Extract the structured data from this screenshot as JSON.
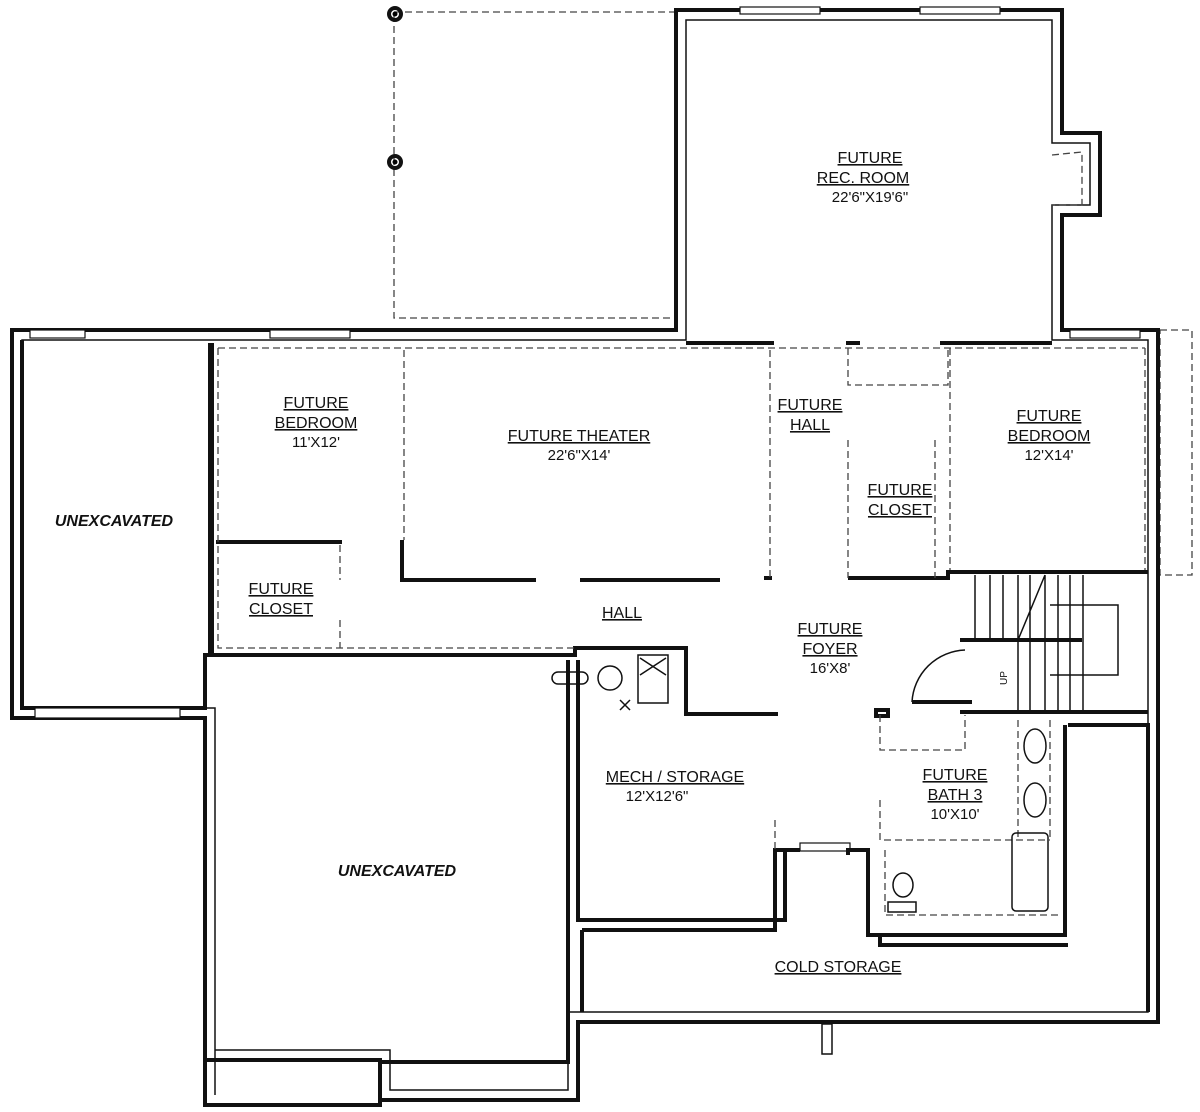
{
  "rooms": {
    "rec_room": {
      "name1": "FUTURE",
      "name2": "REC. ROOM",
      "size": "22'6\"X19'6\""
    },
    "bedroom_left": {
      "name1": "FUTURE",
      "name2": "BEDROOM",
      "size": "11'X12'"
    },
    "theater": {
      "name": "FUTURE THEATER",
      "size": "22'6\"X14'"
    },
    "hall_upper": {
      "name1": "FUTURE",
      "name2": "HALL"
    },
    "bedroom_right": {
      "name1": "FUTURE",
      "name2": "BEDROOM",
      "size": "12'X14'"
    },
    "closet_right": {
      "name1": "FUTURE",
      "name2": "CLOSET"
    },
    "unexcavated_top": {
      "name": "UNEXCAVATED"
    },
    "closet_left": {
      "name1": "FUTURE",
      "name2": "CLOSET"
    },
    "hall": {
      "name": "HALL"
    },
    "foyer": {
      "name1": "FUTURE",
      "name2": "FOYER",
      "size": "16'X8'"
    },
    "mech": {
      "name": "MECH / STORAGE",
      "size": "12'X12'6\""
    },
    "bath": {
      "name1": "FUTURE",
      "name2": "BATH 3",
      "size": "10'X10'"
    },
    "unexcavated_bottom": {
      "name": "UNEXCAVATED"
    },
    "cold_storage": {
      "name": "COLD STORAGE"
    }
  },
  "stairs": {
    "label": "UP"
  }
}
